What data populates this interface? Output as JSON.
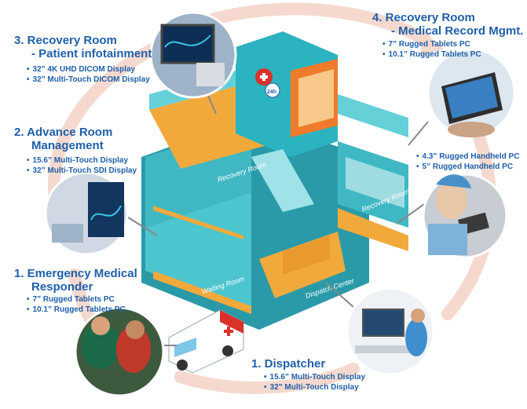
{
  "sections": [
    {
      "id": "recovery-infotainment",
      "title_line1": "3.  Recovery Room",
      "title_line2": "- Patient infotainment",
      "items": [
        "32” 4K UHD DICOM Display",
        "32” Multi-Touch DICOM Display"
      ]
    },
    {
      "id": "advance-room",
      "title_line1": "2.  Advance Room",
      "title_line2": "Management",
      "items": [
        "15.6” Multi-Touch Display",
        "32” Multi-Touch SDI Display"
      ]
    },
    {
      "id": "emergency",
      "title_line1": "1.  Emergency Medical",
      "title_line2": "Responder",
      "items": [
        "7” Rugged Tablets PC",
        "10.1” Rugged Tablets PC"
      ]
    },
    {
      "id": "medical-record",
      "title_line1": "4.  Recovery Room",
      "title_line2": "- Medical Record Mgmt.",
      "items": [
        "7” Rugged Tablets PC",
        "10.1” Rugged Tablets PC"
      ]
    },
    {
      "id": "handheld",
      "items": [
        "4.3” Rugged Handheld PC",
        "5” Rugged Handheld PC"
      ]
    },
    {
      "id": "dispatcher",
      "title_line1": "1.  Dispatcher",
      "items": [
        "15.6” Multi-Touch Display",
        "32” Multi-Touch Display"
      ]
    }
  ],
  "rooms": {
    "recovery_room_1": "Recovery Room",
    "recovery_room_2": "Recovery Room",
    "waiting_room": "Waiting Room",
    "dispatch_center": "Dispatch Center",
    "sign_24h": "24h"
  },
  "colors": {
    "text": "#1f5fa8",
    "wall": "#3bb6c2",
    "floor": "#f2a93b",
    "arrow": "#f5d9cf"
  }
}
